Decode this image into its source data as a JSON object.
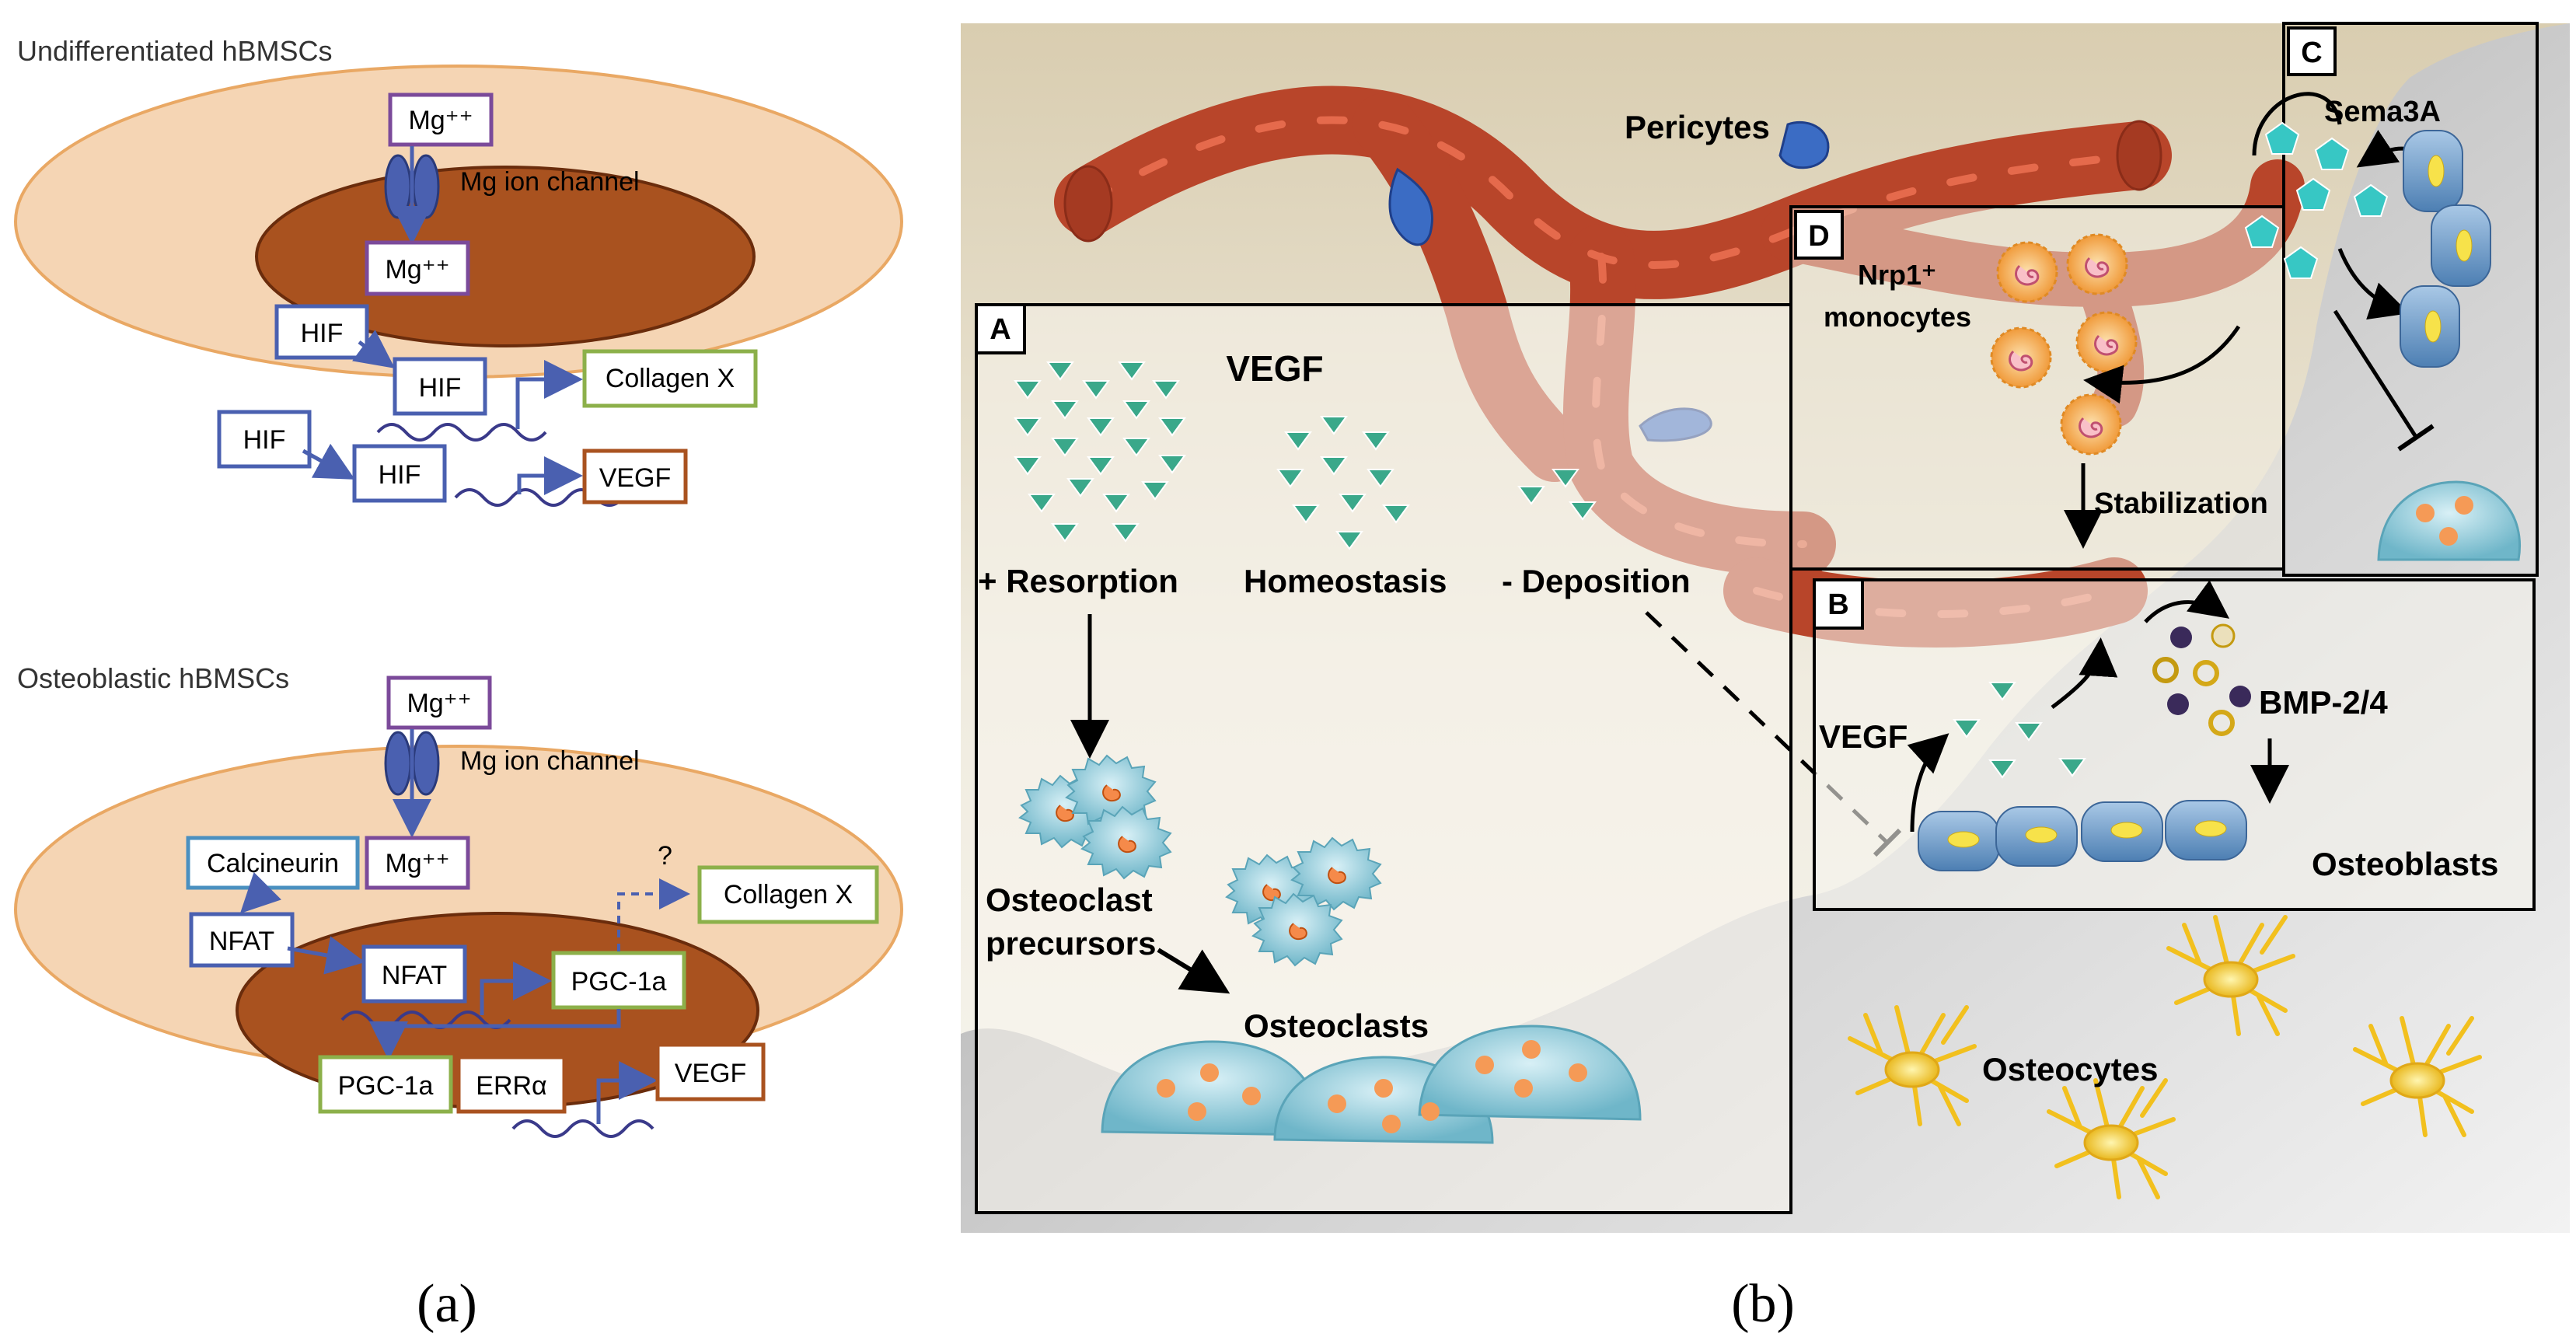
{
  "panel_a": {
    "undiff_title": "Undifferentiated hBMSCs",
    "osteo_title": "Osteoblastic hBMSCs",
    "mg_ion": "Mg⁺⁺",
    "mg_ion_channel": "Mg ion channel",
    "hif": "HIF",
    "collagen_x": "Collagen X",
    "vegf": "VEGF",
    "calcineurin": "Calcineurin",
    "nfat": "NFAT",
    "pgc1a": "PGC-1a",
    "erra": "ERRα",
    "question": "?",
    "caption": "(a)"
  },
  "panel_b": {
    "box_a": "A",
    "box_b": "B",
    "box_c": "C",
    "box_d": "D",
    "pericytes": "Pericytes",
    "sema3a": "Sema3A",
    "nrp1_line1": "Nrp1⁺",
    "nrp1_line2": "monocytes",
    "stabilization": "Stabilization",
    "vegf_a": "VEGF",
    "resorption": "+ Resorption",
    "homeostasis": "Homeostasis",
    "deposition": "- Deposition",
    "vegf_b": "VEGF",
    "bmp": "BMP-2/4",
    "osteoblasts": "Osteoblasts",
    "osteoclast_precursors_1": "Osteoclast",
    "osteoclast_precursors_2": "precursors",
    "osteoclasts": "Osteoclasts",
    "osteocytes": "Osteocytes",
    "caption": "(b)"
  },
  "colors": {
    "cell_outer": "#f5d5b4",
    "nucleus": "#a9521f",
    "purple_box": "#7b4a9a",
    "blue_box": "#4a60b0",
    "green_box": "#8cb04a",
    "vessel": "#b8452a",
    "vegf_green": "#3aa88a",
    "bone_grey": "#b8b8b8"
  }
}
